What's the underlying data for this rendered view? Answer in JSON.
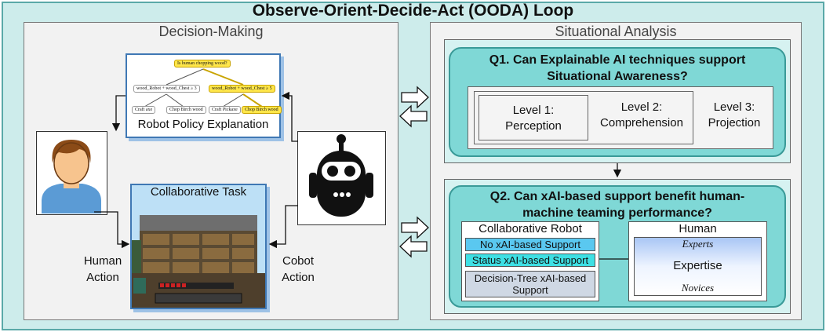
{
  "title": "Observe-Orient-Decide-Act (OODA) Loop",
  "decision_making": {
    "title": "Decision-Making",
    "policy_label": "Robot Policy Explanation",
    "tree": {
      "root": "Is human chopping wood?",
      "left_cond": "wood_Robot + wood_Chest ≥ 3",
      "right_cond": "wood_Robot + wood_Chest ≥ 5",
      "leaf1": "Craft axe",
      "leaf2": "Chop Birch wood",
      "leaf3": "Craft Pickaxe",
      "leaf4": "Chop Birch wood"
    },
    "task_label": "Collaborative Task",
    "human_action": [
      "Human",
      "Action"
    ],
    "cobot_action": [
      "Cobot",
      "Action"
    ]
  },
  "situational_analysis": {
    "title": "Situational Analysis",
    "q1": {
      "title_lines": [
        "Q1. Can Explainable AI techniques support",
        "Situational Awareness?"
      ],
      "level1": [
        "Level 1:",
        "Perception"
      ],
      "level2": [
        "Level 2:",
        "Comprehension"
      ],
      "level3": [
        "Level 3:",
        "Projection"
      ]
    },
    "q2": {
      "title_lines": [
        "Q2. Can xAI-based support benefit human-",
        "machine teaming performance?"
      ],
      "cobot_title": "Collaborative Robot",
      "supports": [
        "No xAI-based Support",
        "Status xAI-based Support",
        "Decision-Tree xAI-based Support"
      ],
      "human_title": "Human",
      "experts": "Experts",
      "expertise": "Expertise",
      "novices": "Novices"
    }
  },
  "colors": {
    "outer_bg": "#cdeceb",
    "q_fill": "#7fd8d6",
    "highlight": "#ffe64a",
    "box_border": "#3f78b4"
  }
}
